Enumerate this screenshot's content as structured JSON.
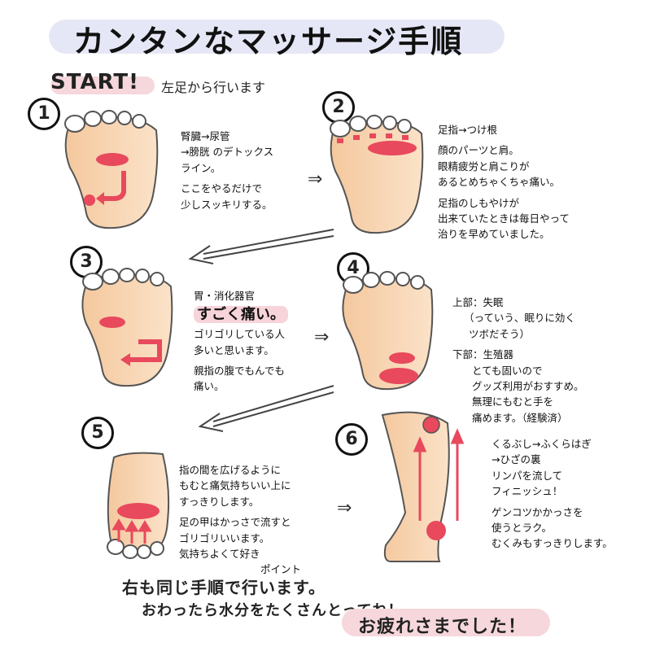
{
  "title": "カンタンなマッサージ手順",
  "start": {
    "label": "START!",
    "subtitle": "左足から行います"
  },
  "steps": [
    {
      "number": "1",
      "lines": [
        "腎臓→尿管",
        "→膀胱 のデトックス",
        "ライン。",
        "",
        "ここをやるだけで",
        "少しスッキリする。"
      ]
    },
    {
      "number": "2",
      "lines": [
        "足指→つけ根",
        "",
        "顔のパーツと肩。",
        "眼精疲労と肩こりが",
        "あるとめちゃくちゃ痛い。",
        "",
        "足指のしもやけが",
        "出来ていたときは毎日やって",
        "治りを早めていました。"
      ]
    },
    {
      "number": "3",
      "heading": "胃・消化器官",
      "emphasis": "すごく痛い。",
      "lines": [
        "ゴリゴリしている人",
        "多いと思います。",
        "",
        "親指の腹でもんでも",
        "痛い。"
      ]
    },
    {
      "number": "4",
      "lines": [
        "上部：失眠",
        "（っていう、眠りに効く",
        "ツボだそう）",
        "",
        "下部：生殖器",
        "とても固いので",
        "グッズ利用がおすすめ。",
        "無理にもむと手を",
        "痛めます。（経験済）"
      ]
    },
    {
      "number": "5",
      "lines": [
        "指の間を広げるように",
        "もむと痛気持ちいい上に",
        "すっきりします。",
        "",
        "足の甲はかっさで流すと",
        "ゴリゴリいいます。",
        "気持ちよくて好き",
        "ポイント"
      ]
    },
    {
      "number": "6",
      "lines": [
        "くるぶし→ふくらはぎ",
        "→ひざの裏",
        "リンパを流して",
        "フィニッシュ！",
        "",
        "ゲンコツかかっさを",
        "使うとラク。",
        "むくみもすっきりします。"
      ]
    }
  ],
  "footer": {
    "line1": "右も同じ手順で行います。",
    "line2": "おわったら水分をたくさんとってね！",
    "line3": "お疲れさまでした！"
  },
  "colors": {
    "skin": "#f9d8b6",
    "massage": "#e8495c",
    "highlight": "#f6d7dc",
    "title_band": "#e6e7f6"
  }
}
